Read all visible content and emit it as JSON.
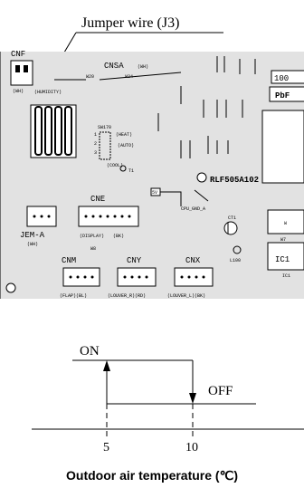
{
  "callout": {
    "label": "Jumper wire (J3)"
  },
  "board": {
    "part_no": "RLF505A102",
    "connectors": {
      "cnf": "CNF",
      "cnf_color": "(WH)",
      "humidity": "(HUMIDITY)",
      "cnsa": "CNSA",
      "cnsa_color": "(WH)",
      "cne": "CNE",
      "jem_a": "JEM-A",
      "jem_a_color": "(WH)",
      "display": "(DISPLAY)",
      "display_color": "(BK)",
      "cnm": "CNM",
      "cny": "CNY",
      "cnx": "CNX",
      "flap": "(FLAP)(BL)",
      "louver_r": "(LOUVER_R)(RD)",
      "louver_l": "(LOUVER_L)(BK)",
      "ic1": "IC1"
    },
    "switch": {
      "name": "SW170",
      "heat": "(HEAT)",
      "auto": "(AUTO)",
      "cool": "(COOL)",
      "pos1": "1",
      "pos2": "2",
      "pos3": "3"
    },
    "small_labels": {
      "w20": "W20",
      "w24": "W24",
      "w8": "W8",
      "w7": "W7",
      "five_v": "5V",
      "cpu_gnd": "CPU_GND_A",
      "ct1": "CT1",
      "l100": "L100",
      "t1": "T1",
      "pbf": "PbF",
      "code100": "100",
      "ic1_small": "IC1",
      "w": "W"
    }
  },
  "graph": {
    "on_label": "ON",
    "off_label": "OFF",
    "tick_5": "5",
    "tick_10": "10",
    "axis_title": "Outdoor air temperature (℃)"
  }
}
